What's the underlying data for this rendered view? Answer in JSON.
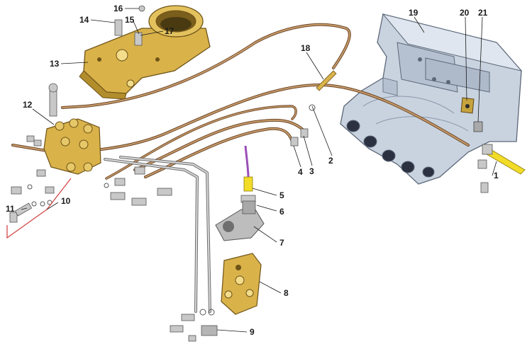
{
  "diagram": {
    "callouts": [
      {
        "id": "1",
        "text": "1"
      },
      {
        "id": "2",
        "text": "2"
      },
      {
        "id": "3",
        "text": "3"
      },
      {
        "id": "4",
        "text": "4"
      },
      {
        "id": "5",
        "text": "5"
      },
      {
        "id": "6",
        "text": "6"
      },
      {
        "id": "7",
        "text": "7"
      },
      {
        "id": "8",
        "text": "8"
      },
      {
        "id": "9",
        "text": "9"
      },
      {
        "id": "10",
        "text": "10"
      },
      {
        "id": "11",
        "text": "11"
      },
      {
        "id": "12",
        "text": "12"
      },
      {
        "id": "13",
        "text": "13"
      },
      {
        "id": "14",
        "text": "14"
      },
      {
        "id": "15",
        "text": "15"
      },
      {
        "id": "16",
        "text": "16"
      },
      {
        "id": "17",
        "text": "17"
      },
      {
        "id": "18",
        "text": "18"
      },
      {
        "id": "19",
        "text": "19"
      },
      {
        "id": "20",
        "text": "20"
      },
      {
        "id": "21",
        "text": "21"
      }
    ],
    "colors": {
      "brass": "#d9b24a",
      "brass_dark": "#9c7a22",
      "tube": "#b08050",
      "tube_dark": "#6e4a2a",
      "manifold": "#c9d3e0",
      "manifold_dark": "#8a97aa",
      "steel": "#c8c8c8",
      "steel_dark": "#6f6f6f",
      "yellow": "#f2dc28",
      "violet": "#9a4fb8",
      "red_bracket": "#d23a3a"
    }
  }
}
